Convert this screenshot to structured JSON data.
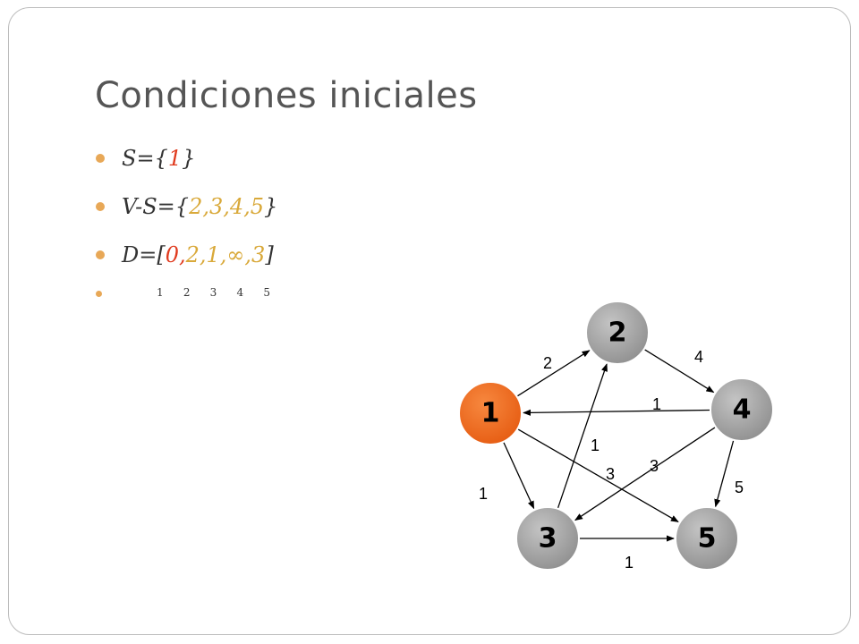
{
  "slide": {
    "title": "Condiciones iniciales",
    "bullets": [
      {
        "parts": [
          {
            "t": "S={",
            "c": "dark"
          },
          {
            "t": "1",
            "c": "red"
          },
          {
            "t": "}",
            "c": "dark"
          }
        ]
      },
      {
        "parts": [
          {
            "t": "V-S={",
            "c": "dark"
          },
          {
            "t": "2,3,4,5",
            "c": "gold"
          },
          {
            "t": "}",
            "c": "dark"
          }
        ]
      },
      {
        "parts": [
          {
            "t": "D=[",
            "c": "dark"
          },
          {
            "t": "0,",
            "c": "red"
          },
          {
            "t": "2,1,∞,3",
            "c": "gold"
          },
          {
            "t": "]",
            "c": "dark"
          }
        ]
      }
    ],
    "index_row": [
      "1",
      "2",
      "3",
      "4",
      "5"
    ]
  },
  "graph": {
    "nodes": [
      {
        "id": "1",
        "label": "1",
        "fill": "#f26a21",
        "highlighted": true
      },
      {
        "id": "2",
        "label": "2",
        "fill": "#a6a6a6",
        "highlighted": false
      },
      {
        "id": "3",
        "label": "3",
        "fill": "#a6a6a6",
        "highlighted": false
      },
      {
        "id": "4",
        "label": "4",
        "fill": "#a6a6a6",
        "highlighted": false
      },
      {
        "id": "5",
        "label": "5",
        "fill": "#a6a6a6",
        "highlighted": false
      }
    ],
    "edges": [
      {
        "from": "1",
        "to": "2",
        "weight": "2"
      },
      {
        "from": "2",
        "to": "4",
        "weight": "4"
      },
      {
        "from": "4",
        "to": "1",
        "weight": "1"
      },
      {
        "from": "3",
        "to": "2",
        "weight": "1"
      },
      {
        "from": "1",
        "to": "5",
        "weight": "3"
      },
      {
        "from": "4",
        "to": "3",
        "weight": "3"
      },
      {
        "from": "1",
        "to": "3",
        "weight": "1"
      },
      {
        "from": "4",
        "to": "5",
        "weight": "5"
      },
      {
        "from": "3",
        "to": "5",
        "weight": "1"
      }
    ]
  },
  "colors": {
    "accent": "#e8a857",
    "source_node": "#f26a21",
    "node": "#a6a6a6",
    "red_text": "#e03a1e",
    "gold_text": "#d9a93a"
  }
}
